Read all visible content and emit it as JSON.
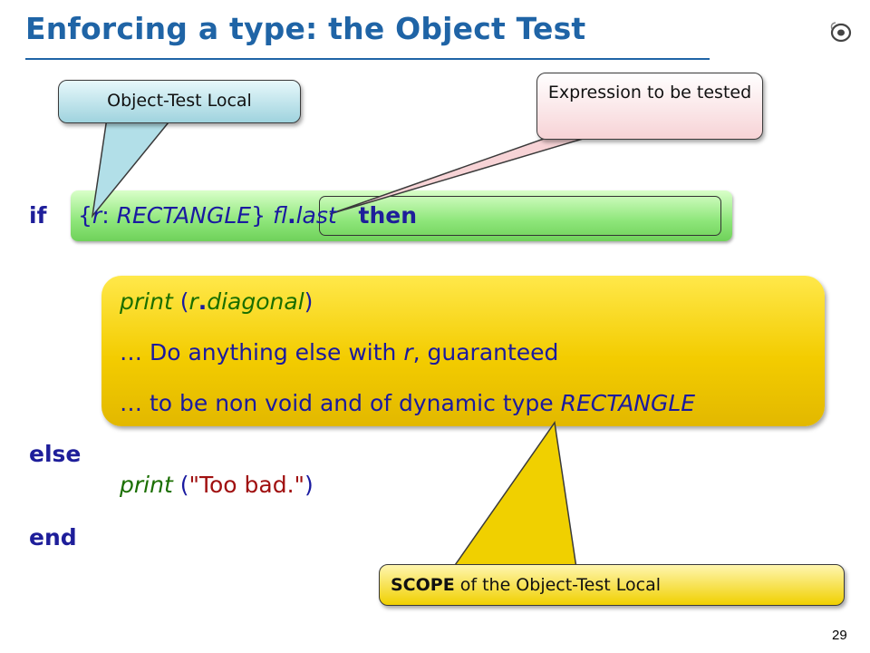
{
  "slide": {
    "title": "Enforcing a type: the Object Test",
    "page_number": "29",
    "logo_icon": "eiffel-dot-logo"
  },
  "callouts": {
    "local_label": "Object-Test Local",
    "expression_label": "Expression to be tested",
    "scope_bold": "SCOPE",
    "scope_rest": " of the Object-Test Local"
  },
  "code": {
    "if_kw": "if",
    "open_brace": "{",
    "local_name": "r",
    "colon": ":",
    "type_name": "RECTANGLE",
    "close_brace": "}",
    "expr_target": "fl",
    "dot": ".",
    "expr_feature": "last",
    "then_kw": "then",
    "print1_call": "print",
    "print1_open": " (",
    "print1_target": "r",
    "print1_feature": "diagonal",
    "print1_close": ")",
    "comment1_prefix": "… Do anything else with ",
    "comment1_var": "r",
    "comment1_suffix": ", guaranteed",
    "comment2_prefix": "… to be non void and of dynamic type ",
    "comment2_type": "RECTANGLE",
    "else_kw": "else",
    "print2_call": "print",
    "print2_open": " (",
    "print2_string": "\"Too bad.\"",
    "print2_close": ")",
    "end_kw": "end"
  },
  "colors": {
    "title": "#1f64a6",
    "keyword": "#1e1e9a",
    "feature_call": "#1a6e00",
    "string": "#a01010",
    "condition_bar": "#8ee67a",
    "then_block": "#f3cc00"
  }
}
